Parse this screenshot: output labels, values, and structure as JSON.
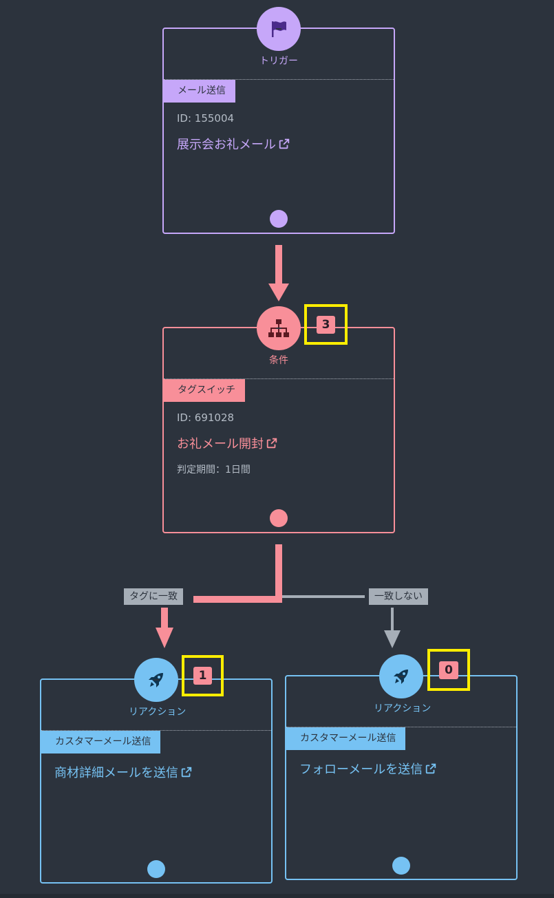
{
  "colors": {
    "background": "#2c333d",
    "trigger": "#c6a7f9",
    "condition": "#f88f99",
    "reaction": "#76c2f3",
    "neutral": "#a6aeb7",
    "highlight": "#ffee00"
  },
  "trigger": {
    "caption": "トリガー",
    "icon": "flag-icon",
    "type_label": "メール送信",
    "id_text": "ID: 155004",
    "title": "展示会お礼メール"
  },
  "condition": {
    "caption": "条件",
    "icon": "sitemap-icon",
    "count": "3",
    "type_label": "タグスイッチ",
    "id_text": "ID: 691028",
    "title": "お礼メール開封",
    "period": "判定期間：1日間"
  },
  "branches": {
    "match_label": "タグに一致",
    "nomatch_label": "一致しない"
  },
  "reaction_left": {
    "caption": "リアクション",
    "icon": "rocket-icon",
    "count": "1",
    "type_label": "カスタマーメール送信",
    "title": "商材詳細メールを送信"
  },
  "reaction_right": {
    "caption": "リアクション",
    "icon": "rocket-icon",
    "count": "0",
    "type_label": "カスタマーメール送信",
    "title": "フォローメールを送信"
  }
}
